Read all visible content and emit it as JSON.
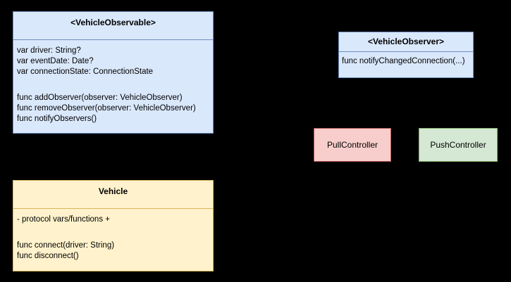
{
  "background": "#000000",
  "classes": {
    "vehicle_observable": {
      "title": "<VehicleObservable>",
      "attributes": [
        "var driver: String?",
        "var eventDate: Date?",
        "var connectionState: ConnectionState"
      ],
      "methods": [
        "func addObserver(observer: VehicleObserver)",
        "func removeObserver(observer: VehicleObserver)",
        "func notifyObservers()"
      ],
      "fill": "#dae8fc",
      "stroke": "#6c8ebf"
    },
    "vehicle_observer": {
      "title": "<VehicleObserver>",
      "methods": [
        "func notifyChangedConnection(...)"
      ],
      "fill": "#dae8fc",
      "stroke": "#6c8ebf"
    },
    "pull_controller": {
      "title": "PullController",
      "fill": "#f8cecc",
      "stroke": "#b85450"
    },
    "push_controller": {
      "title": "PushController",
      "fill": "#d5e8d4",
      "stroke": "#82b366"
    },
    "vehicle": {
      "title": "Vehicle",
      "attributes": [
        "- protocol vars/functions +"
      ],
      "methods": [
        "func connect(driver: String)",
        "func disconnect()"
      ],
      "fill": "#fff2cc",
      "stroke": "#d6b656"
    }
  }
}
